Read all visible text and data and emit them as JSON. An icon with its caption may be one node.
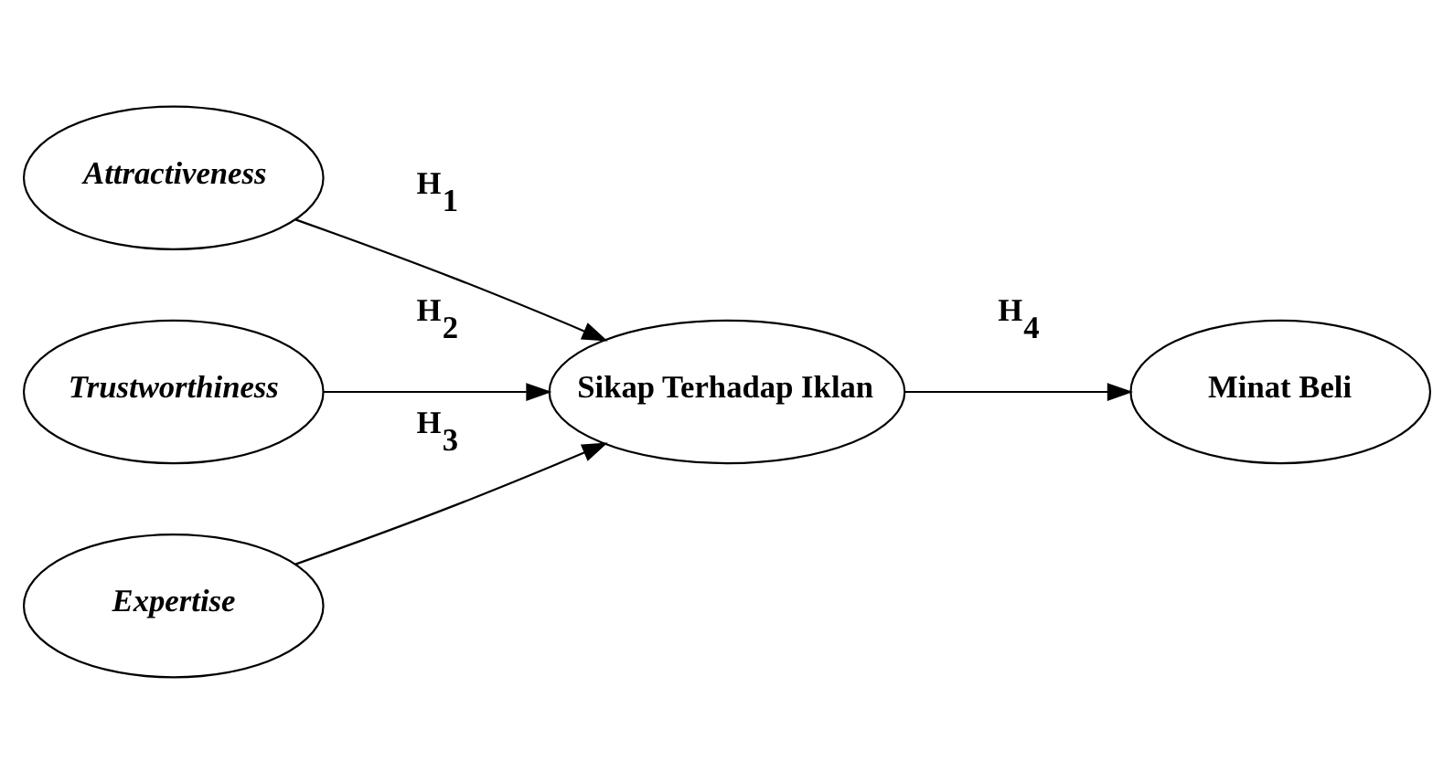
{
  "diagram": {
    "nodes": [
      {
        "text": [
          "Attractiveness"
        ]
      },
      {
        "text": [
          "Trustworthiness"
        ]
      },
      {
        "text": [
          "Expertise"
        ]
      },
      {
        "text": [
          "Sikap Terhadap Iklan"
        ]
      },
      {
        "text": [
          "Minat Beli"
        ]
      }
    ],
    "edges": [
      {
        "from": 0,
        "to": 3,
        "arrow": "to",
        "label": "H$_{1}$"
      },
      {
        "from": 1,
        "to": 3,
        "arrow": "to",
        "label": "H$_{2}$"
      },
      {
        "from": 2,
        "to": 3,
        "arrow": "to",
        "label": "H$_{3}$"
      },
      {
        "from": 3,
        "to": 4,
        "arrow": "to",
        "label": "H$_{4}$"
      }
    ]
  }
}
